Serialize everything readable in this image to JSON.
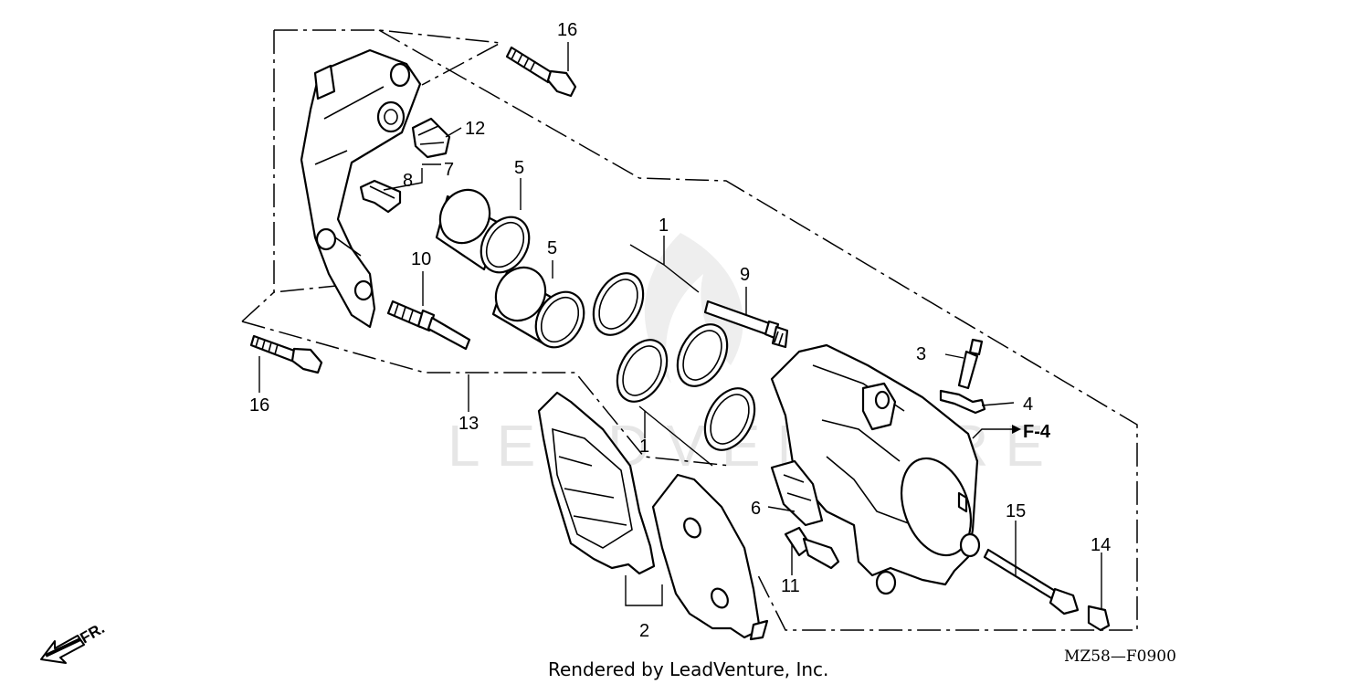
{
  "diagram": {
    "callouts": {
      "c1_top": "1",
      "c1_bottom": "1",
      "c2": "2",
      "c3": "3",
      "c4": "4",
      "c5_top": "5",
      "c5_mid": "5",
      "c6": "6",
      "c7": "7",
      "c8": "8",
      "c9": "9",
      "c10": "10",
      "c11": "11",
      "c12": "12",
      "c13": "13",
      "c14": "14",
      "c15": "15",
      "c16_top": "16",
      "c16_bottom": "16"
    },
    "ref_label": "F-4",
    "direction_label": "FR.",
    "watermark": "LEADVENTURE",
    "footer_credit": "Rendered by LeadVenture, Inc.",
    "diagram_code": "MZ58—F0900",
    "icons": {
      "direction_arrow": "arrow-down-left-icon",
      "ref_arrow": "arrow-right-icon"
    }
  }
}
